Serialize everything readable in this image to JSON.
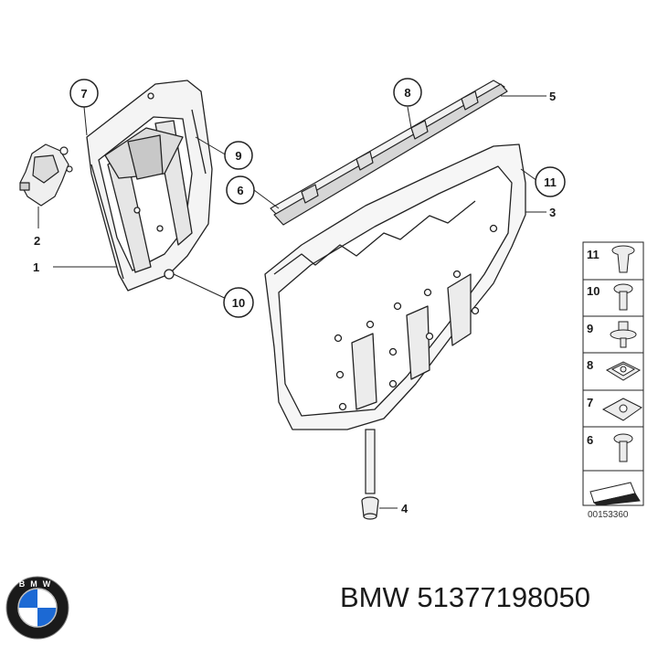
{
  "callouts": {
    "c1": "1",
    "c2": "2",
    "c3": "3",
    "c4": "4",
    "c5": "5",
    "c6": "6",
    "c7": "7",
    "c8": "8",
    "c9": "9",
    "c10": "10",
    "c11": "11"
  },
  "legend": {
    "items": [
      "11",
      "10",
      "9",
      "8",
      "7",
      "6"
    ],
    "code": "00153360"
  },
  "logo": {
    "letters": "BMW",
    "colors": {
      "blue": "#1c69d4",
      "ring": "#1a1a1a"
    }
  },
  "footer": {
    "part_label": "BMW 51377198050"
  }
}
